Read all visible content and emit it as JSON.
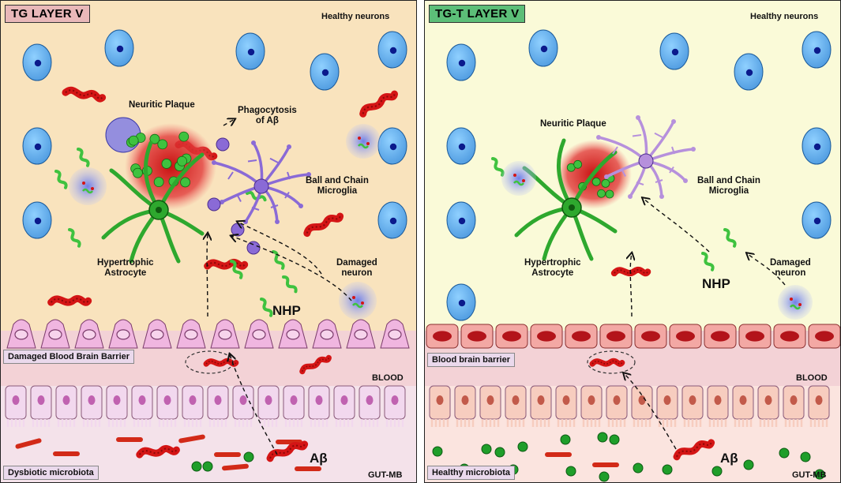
{
  "left_panel": {
    "title": "TG LAYER V",
    "title_bg": "#e9b8b9",
    "bg_color": "#f9e3bd",
    "healthy_neurons": "Healthy neurons",
    "neuritic_plaque": "Neuritic Plaque",
    "phagocytosis_line1": "Phagocytosis",
    "phagocytosis_line2": "of Aβ",
    "microglia_line1": "Ball and Chain",
    "microglia_line2": "Microglia",
    "astrocyte_line1": "Hypertrophic",
    "astrocyte_line2": "Astrocyte",
    "damaged_neuron_line1": "Damaged",
    "damaged_neuron_line2": "neuron",
    "nhp": "NHP",
    "barrier": "Damaged Blood Brain Barrier",
    "blood": "BLOOD",
    "abeta": "Aβ",
    "microbiota": "Dysbiotic microbiota",
    "gut": "GUT-MB"
  },
  "right_panel": {
    "title": "TG-T LAYER V",
    "title_bg": "#5cbe78",
    "bg_color": "#fafad8",
    "healthy_neurons": "Healthy neurons",
    "neuritic_plaque": "Neuritic Plaque",
    "microglia_line1": "Ball and Chain",
    "microglia_line2": "Microglia",
    "astrocyte_line1": "Hypertrophic",
    "astrocyte_line2": "Astrocyte",
    "damaged_neuron_line1": "Damaged",
    "damaged_neuron_line2": "neuron",
    "nhp": "NHP",
    "barrier": "Blood brain barrier",
    "blood": "BLOOD",
    "abeta": "Aβ",
    "microbiota": "Healthy microbiota",
    "gut": "GUT-MB"
  },
  "colors": {
    "neuron": "#4f9be0",
    "neuron_nucleus": "#0b1a8c",
    "amyloid": "#d41515",
    "nhp_helix": "#3fc23f",
    "astrocyte": "#2ea82e",
    "microglia_left": "#8a6ad6",
    "microglia_right": "#b690dc",
    "blood_bg": "#f3d2d6",
    "gut_cells_left": "#f2d8ee",
    "gut_cells_right": "#f7cdbf",
    "bacteria_green": "#1f9e2a",
    "bacteria_rod": "#d22a18"
  }
}
